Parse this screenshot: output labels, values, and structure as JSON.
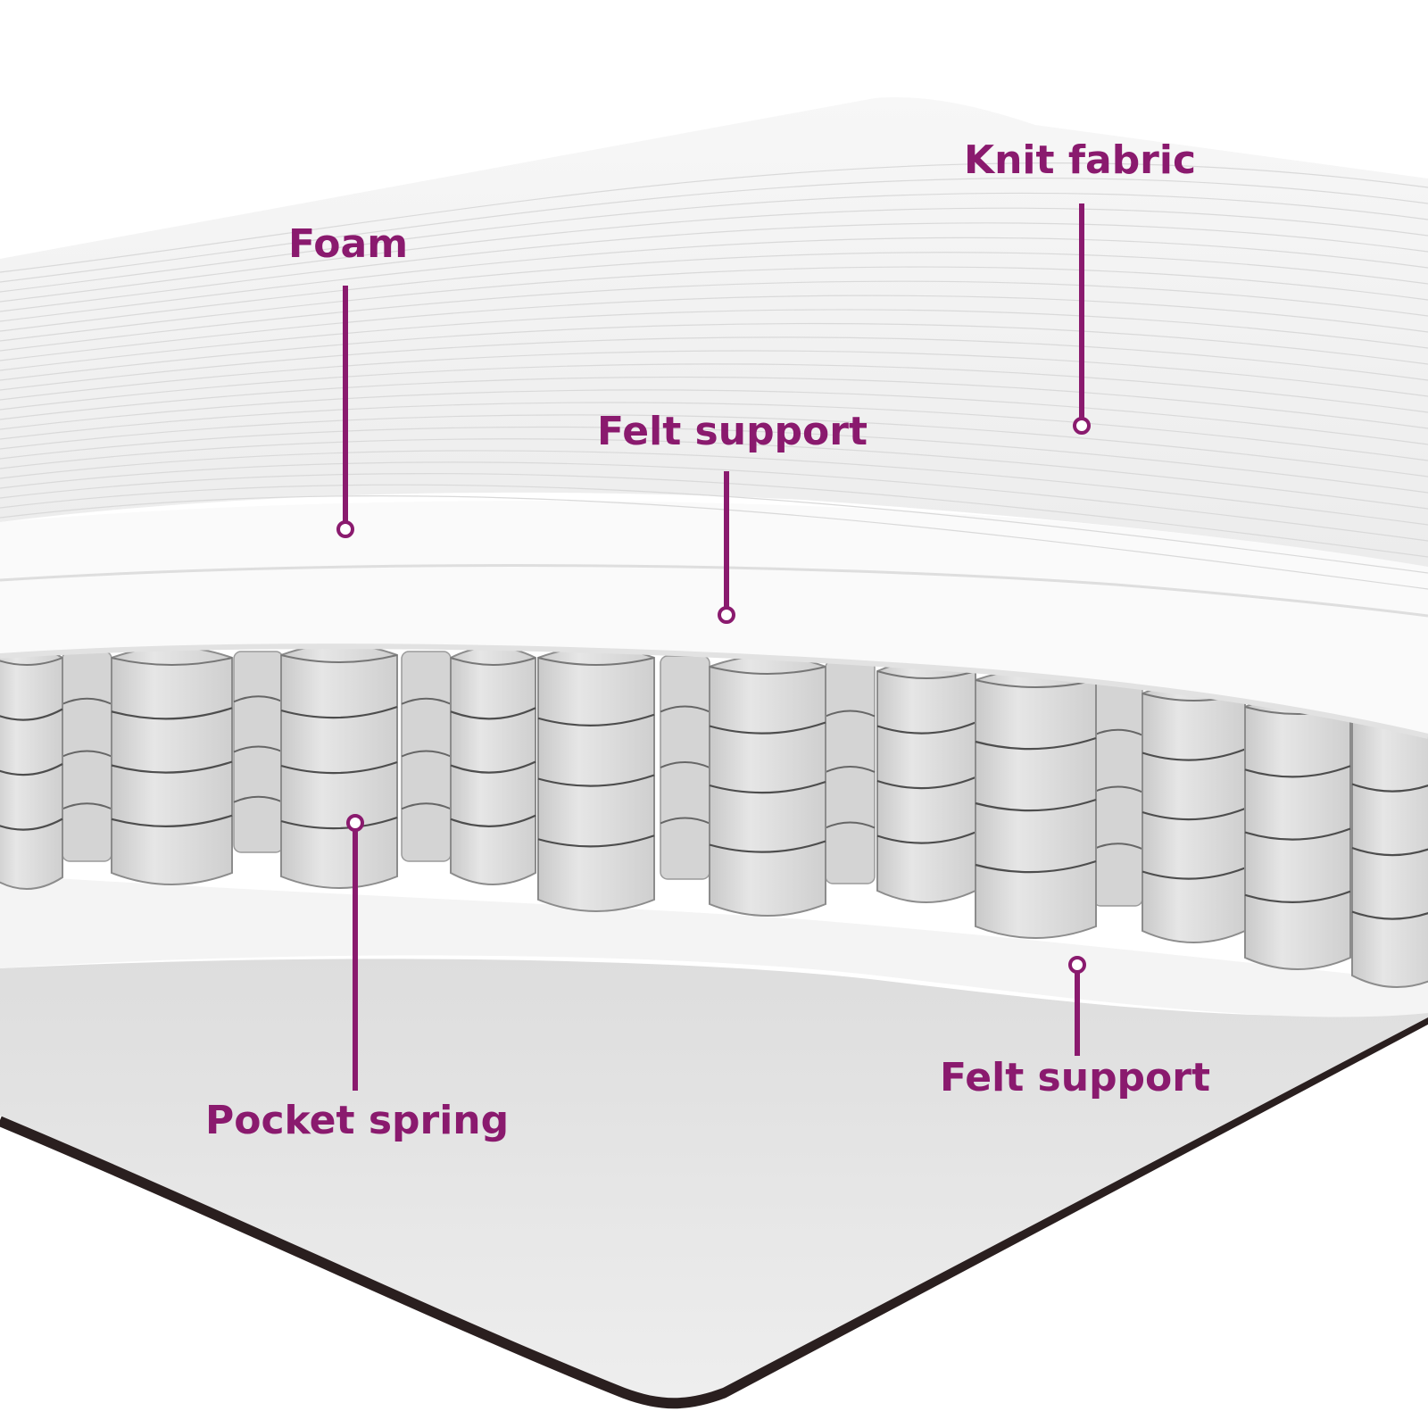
{
  "labels": {
    "knit_fabric": "Knit fabric",
    "foam": "Foam",
    "felt_support_top": "Felt support",
    "pocket_spring": "Pocket spring",
    "felt_support_bottom": "Felt support"
  },
  "colors": {
    "accent": "#8a1a6e",
    "background": "#ffffff",
    "fabric": "#f2f2f2",
    "spring_fill": "#dcdcdc",
    "spring_line": "#555555",
    "base_edge": "#2a1f1f"
  }
}
